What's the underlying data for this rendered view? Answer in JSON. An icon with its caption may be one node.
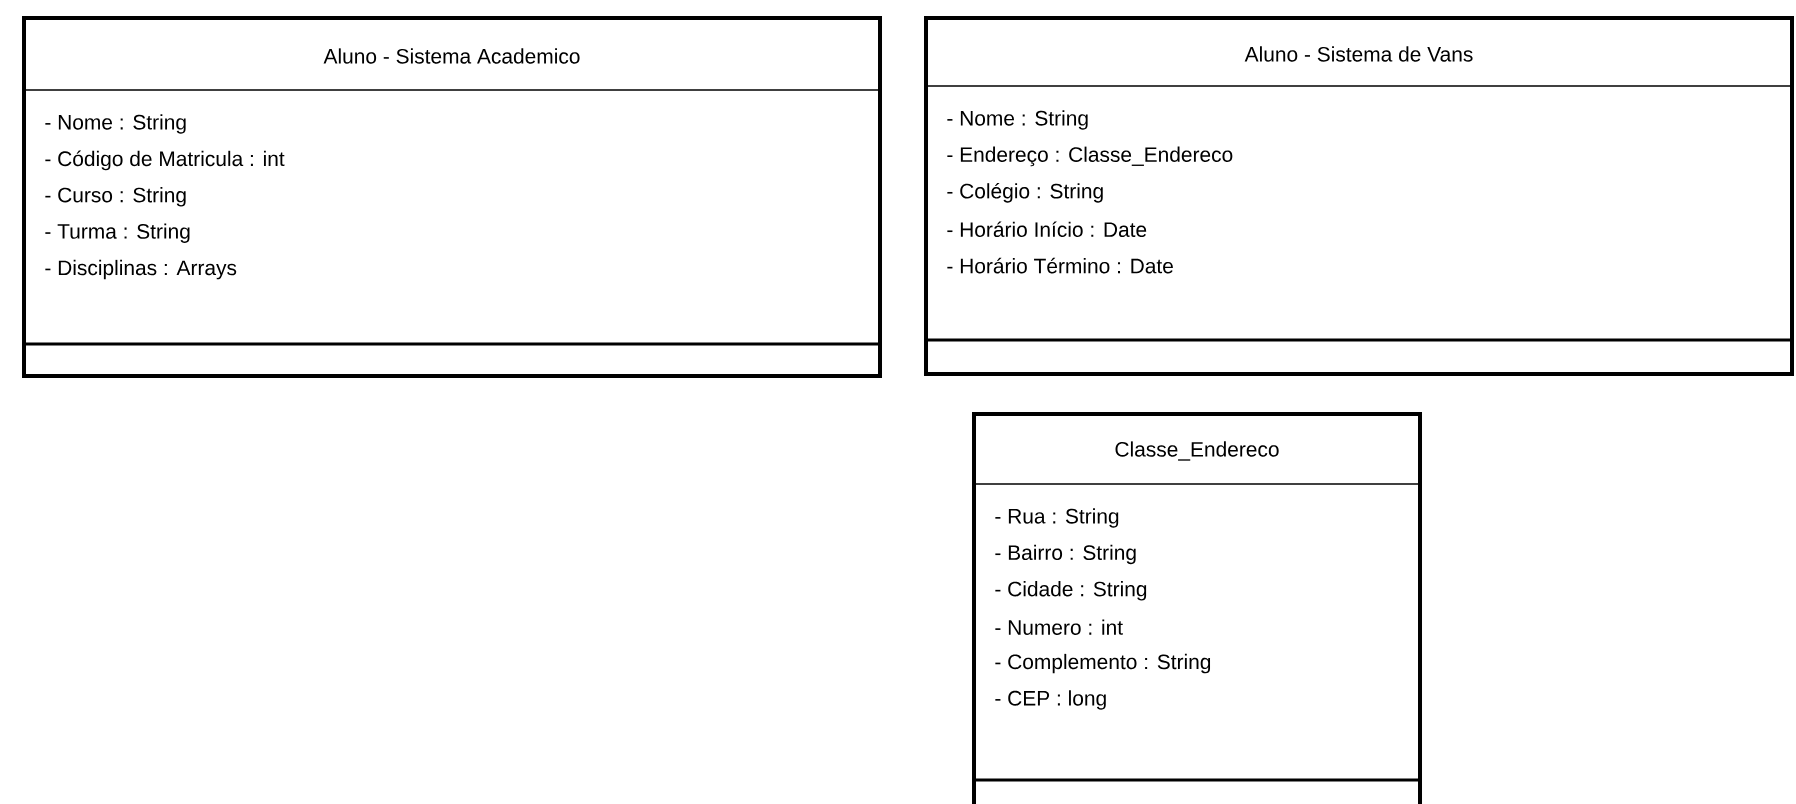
{
  "diagram": {
    "nodes": [
      {
        "text": [
          "Aluno - Sistema Academico",
          "- Nome : String",
          "- Código de Matricula : int",
          "- Curso : String",
          "- Turma : String",
          "- Disciplinas : Arrays"
        ]
      },
      {
        "text": [
          "Aluno - Sistema de Vans",
          "- Nome : String",
          "- Endereço : Classe_Endereco",
          "- Colégio : String",
          "- Horário Início : Date",
          "- Horário Término : Date"
        ]
      },
      {
        "text": [
          "Classe_Endereco",
          "- Rua : String",
          "- Bairro : String",
          "- Cidade : String",
          "- Numero : int",
          "- Complemento : String",
          "- CEP : long"
        ]
      }
    ]
  }
}
